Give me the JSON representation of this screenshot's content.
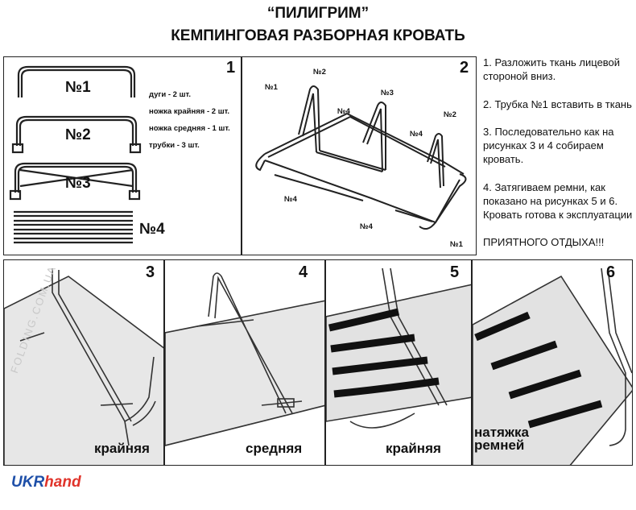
{
  "title": {
    "line1": "“ПИЛИГРИМ”",
    "line2": "КЕМПИНГОВАЯ РАЗБОРНАЯ КРОВАТЬ"
  },
  "panel1": {
    "number": "1",
    "part1": "№1",
    "part2": "№2",
    "part3": "№3",
    "part4": "№4",
    "parts_list": [
      "дуги - 2 шт.",
      "ножка крайняя - 2 шт.",
      "ножка средняя - 1 шт.",
      "трубки - 3 шт."
    ]
  },
  "panel2": {
    "number": "2",
    "labels": [
      "№1",
      "№2",
      "№4",
      "№3",
      "№4",
      "№2",
      "№4",
      "№4",
      "№1"
    ]
  },
  "instructions": [
    "1. Разложить ткань лицевой стороной вниз.",
    "2. Трубка №1 вставить в ткань",
    "3. Последовательно как на рисунках 3 и 4 собираем кровать.",
    "4. Затягиваем ремни, как показано на рисунках 5 и 6. Кровать готова к эксплуатации",
    "ПРИЯТНОГО ОТДЫХА!!!"
  ],
  "steps": [
    {
      "number": "3",
      "caption": "крайняя"
    },
    {
      "number": "4",
      "caption": "средняя"
    },
    {
      "number": "5",
      "caption": "крайняя"
    },
    {
      "number": "6",
      "caption": "натяжка ремней"
    }
  ],
  "watermark": {
    "brand_a": "UKR",
    "brand_b": "hand",
    "site": "FOLDING.COM.UA"
  }
}
